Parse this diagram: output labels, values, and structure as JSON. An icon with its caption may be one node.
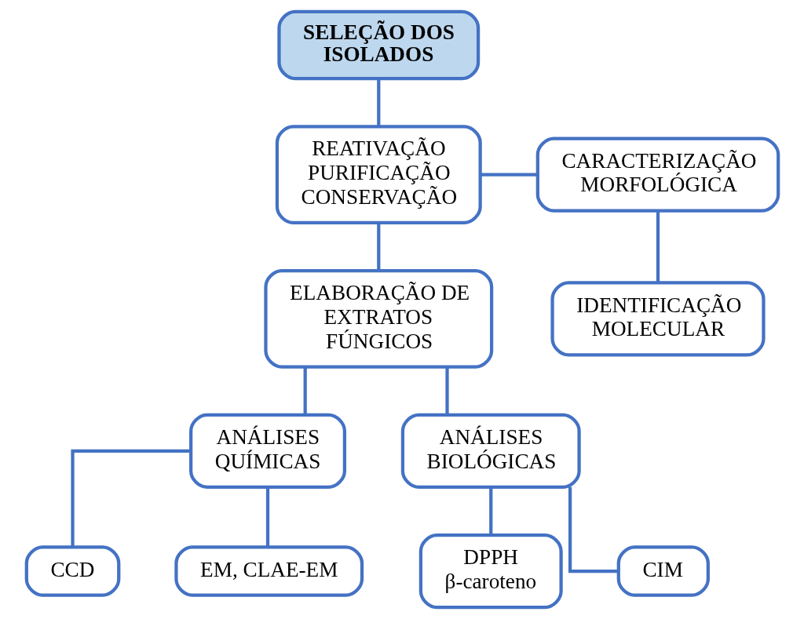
{
  "diagram": {
    "nodes": [
      {
        "text": [
          "SELEÇÃO DOS ISOLADOS"
        ]
      },
      {
        "text": [
          "REATIVAÇÃO PURIFICAÇÃO CONSERVAÇÃO"
        ]
      },
      {
        "text": [
          "CARACTERIZAÇÃO MORFOLÓGICA"
        ]
      },
      {
        "text": [
          "ELABORAÇÃO DE EXTRATOS FÚNGICOS"
        ]
      },
      {
        "text": [
          "IDENTIFICAÇÃO MOLECULAR"
        ]
      },
      {
        "text": [
          "ANÁLISES QUÍMICAS"
        ]
      },
      {
        "text": [
          "ANÁLISES BIOLÓGICAS"
        ]
      },
      {
        "text": [
          "CCD"
        ]
      },
      {
        "text": [
          "EM, CLAE-EM"
        ]
      },
      {
        "text": [
          "DPPH β-caroteno"
        ]
      },
      {
        "text": [
          "CIM"
        ]
      }
    ],
    "edges": [
      {
        "from": 0,
        "to": 1,
        "arrow": "none"
      },
      {
        "from": 1,
        "to": 2,
        "arrow": "none"
      },
      {
        "from": 1,
        "to": 3,
        "arrow": "none"
      },
      {
        "from": 2,
        "to": 4,
        "arrow": "none"
      },
      {
        "from": 3,
        "to": 5,
        "arrow": "none"
      },
      {
        "from": 3,
        "to": 6,
        "arrow": "none"
      },
      {
        "from": 5,
        "to": 7,
        "arrow": "none"
      },
      {
        "from": 5,
        "to": 8,
        "arrow": "none"
      },
      {
        "from": 6,
        "to": 9,
        "arrow": "none"
      },
      {
        "from": 6,
        "to": 10,
        "arrow": "none"
      }
    ]
  }
}
